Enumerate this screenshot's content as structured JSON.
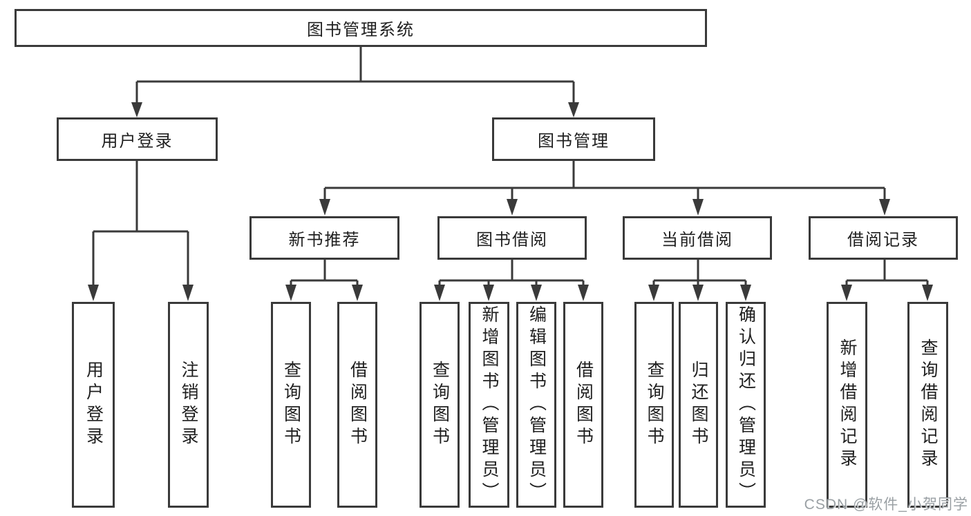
{
  "colors": {
    "line": "#3a3a3a",
    "text": "#1f1f1f",
    "background": "#ffffff",
    "watermark": "#9aa0a4"
  },
  "watermark": {
    "text": "CSDN @软件_小贺同学"
  },
  "tree": {
    "root": {
      "label": "图书管理系统"
    },
    "branches": [
      {
        "label": "用户登录",
        "children": [
          {
            "label": "用户登录"
          },
          {
            "label": "注销登录"
          }
        ]
      },
      {
        "label": "图书管理",
        "children": [
          {
            "label": "新书推荐",
            "children": [
              {
                "label": "查询图书"
              },
              {
                "label": "借阅图书"
              }
            ]
          },
          {
            "label": "图书借阅",
            "children": [
              {
                "label": "查询图书"
              },
              {
                "label": "新增图书（管理员）"
              },
              {
                "label": "编辑图书（管理员）"
              },
              {
                "label": "借阅图书"
              }
            ]
          },
          {
            "label": "当前借阅",
            "children": [
              {
                "label": "查询图书"
              },
              {
                "label": "归还图书"
              },
              {
                "label": "确认归还（管理员）"
              }
            ]
          },
          {
            "label": "借阅记录",
            "children": [
              {
                "label": "新增借阅记录"
              },
              {
                "label": "查询借阅记录"
              }
            ]
          }
        ]
      }
    ]
  }
}
